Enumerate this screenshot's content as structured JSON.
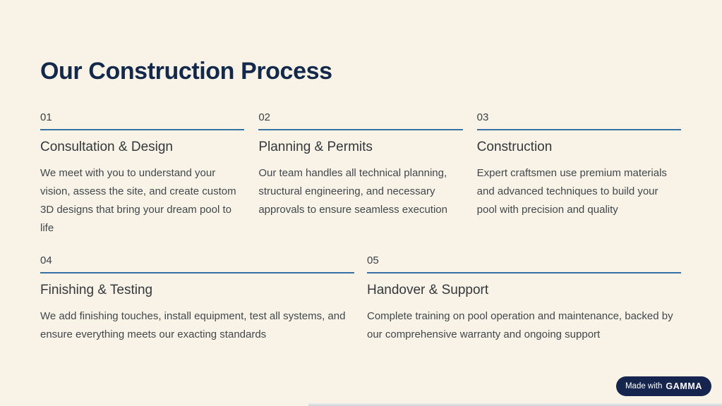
{
  "slide": {
    "title": "Our Construction Process",
    "steps": [
      {
        "number": "01",
        "heading": "Consultation & Design",
        "description": "We meet with you to understand your vision, assess the site, and create custom 3D designs that bring your dream pool to life"
      },
      {
        "number": "02",
        "heading": "Planning & Permits",
        "description": "Our team handles all technical planning, structural engineering, and necessary approvals to ensure seamless execution"
      },
      {
        "number": "03",
        "heading": "Construction",
        "description": "Expert craftsmen use premium materials and advanced techniques to build your pool with precision and quality"
      },
      {
        "number": "04",
        "heading": "Finishing & Testing",
        "description": "We add finishing touches, install equipment, test all systems, and ensure everything meets our exacting standards"
      },
      {
        "number": "05",
        "heading": "Handover & Support",
        "description": "Complete training on pool operation and maintenance, backed by our comprehensive warranty and ongoing support"
      }
    ]
  },
  "badge": {
    "prefix": "Made with",
    "brand": "GAMMA"
  },
  "colors": {
    "background": "#F8F3E6",
    "title": "#13294B",
    "heading": "#34383D",
    "body_text": "#42474D",
    "number": "#3A4148",
    "divider": "#3A6FA5",
    "badge_background": "#16254E",
    "badge_text": "#FFFFFF"
  }
}
